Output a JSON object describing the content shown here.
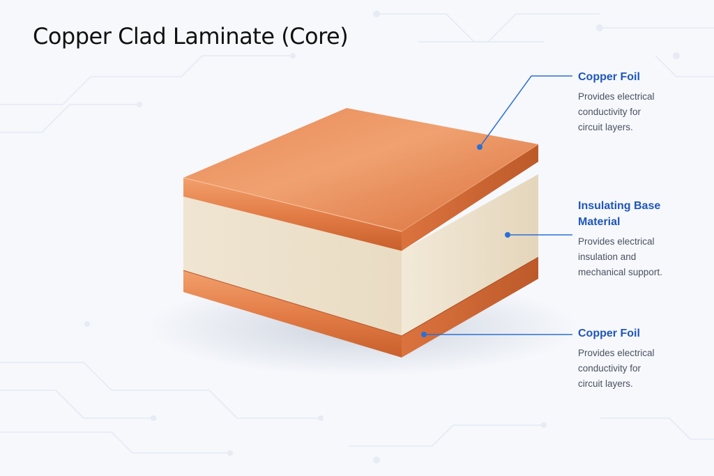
{
  "title": "Copper Clad Laminate (Core)",
  "colors": {
    "accent": "#1f56b8",
    "leader_line": "#2a6fd6",
    "copper": "#e07a47",
    "copper_dark": "#c35e2e",
    "substrate": "#efe6d4",
    "substrate_dark": "#e2d5bd",
    "background": "#f6f8fc"
  },
  "layers": [
    {
      "id": "top_copper",
      "label": "Copper Foil",
      "description": [
        "Provides electrical",
        "conductivity for",
        "circuit layers."
      ]
    },
    {
      "id": "insulating_base",
      "label": [
        "Insulating Base",
        "Material"
      ],
      "description": [
        "Provides electrical",
        "insulation and",
        "mechanical support."
      ]
    },
    {
      "id": "bottom_copper",
      "label": "Copper Foil",
      "description": [
        "Provides electrical",
        "conductivity for",
        "circuit layers."
      ]
    }
  ]
}
